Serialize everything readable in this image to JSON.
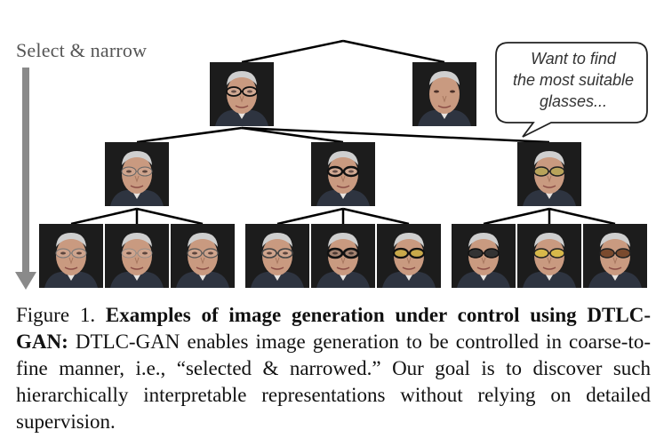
{
  "figure": {
    "side_label": "Select & narrow",
    "bubble_lines": [
      "Want to find",
      "the most suitable",
      "glasses..."
    ],
    "tree": {
      "level1": [
        {
          "glasses": "plain"
        },
        {
          "glasses": "none"
        }
      ],
      "level2": [
        {
          "glasses": "thin"
        },
        {
          "glasses": "dark-frame"
        },
        {
          "glasses": "sunglasses"
        }
      ],
      "level3": [
        {
          "glasses": "thin-1"
        },
        {
          "glasses": "thin-2"
        },
        {
          "glasses": "thin-3"
        },
        {
          "glasses": "frame-1"
        },
        {
          "glasses": "frame-2"
        },
        {
          "glasses": "frame-3"
        },
        {
          "glasses": "sun-dark"
        },
        {
          "glasses": "sun-yellow"
        },
        {
          "glasses": "sun-brown"
        }
      ]
    },
    "colors": {
      "arrow": "#8a8a8a",
      "edge": "#000000",
      "bubble_border": "#222222"
    }
  },
  "caption": {
    "label": "Figure 1.",
    "bold": "Examples of image generation under control using DTLC-GAN:",
    "text": "DTLC-GAN enables image generation to be controlled in coarse-to-fine manner, i.e., “selected & narrowed.” Our goal is to discover such hierarchically interpretable representations without relying on detailed supervision."
  }
}
